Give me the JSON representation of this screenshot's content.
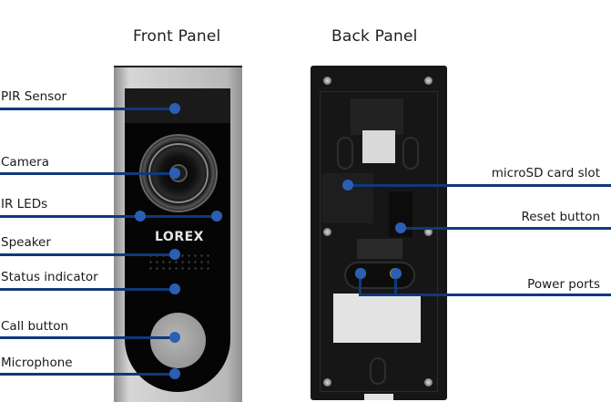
{
  "titles": {
    "front": "Front Panel",
    "back": "Back Panel"
  },
  "front_panel": {
    "brand": "LOREX",
    "callouts": [
      {
        "id": "pir",
        "label": "PIR Sensor"
      },
      {
        "id": "camera",
        "label": "Camera"
      },
      {
        "id": "ir-leds",
        "label": "IR LEDs"
      },
      {
        "id": "speaker",
        "label": "Speaker"
      },
      {
        "id": "status",
        "label": "Status indicator"
      },
      {
        "id": "call",
        "label": "Call button"
      },
      {
        "id": "mic",
        "label": "Microphone"
      }
    ]
  },
  "back_panel": {
    "callouts": [
      {
        "id": "microsd",
        "label": "microSD card slot"
      },
      {
        "id": "reset",
        "label": "Reset button"
      },
      {
        "id": "power",
        "label": "Power ports"
      }
    ]
  },
  "colors": {
    "leader_line": "#0f3a7a",
    "marker_dot": "#2b5fb5"
  }
}
